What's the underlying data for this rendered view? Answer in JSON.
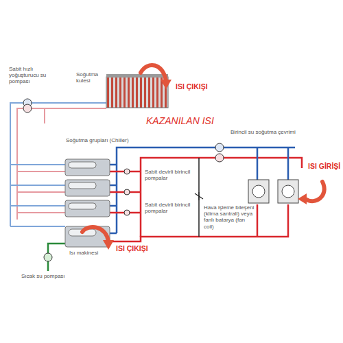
{
  "diagram": {
    "labels": [
      "Sabit hızlı yoğuşturucu su pompası",
      "Soğutma kulesi",
      "ISI ÇIKIŞI",
      "KAZANILAN ISI",
      "Birincil su soğutma çevrimi",
      "ISI GİRİŞİ",
      "Soğutma grupları (Chiller)",
      "Sabit devirli birincil pompalar",
      "Sabit devirli birincil pompalar",
      "Hava işleme bileşeni (klima santrali) veya fanlı batarya (fan coil)",
      "Isı makinesi",
      "ISI ÇIKIŞI",
      "Sıcak su pompası"
    ]
  }
}
